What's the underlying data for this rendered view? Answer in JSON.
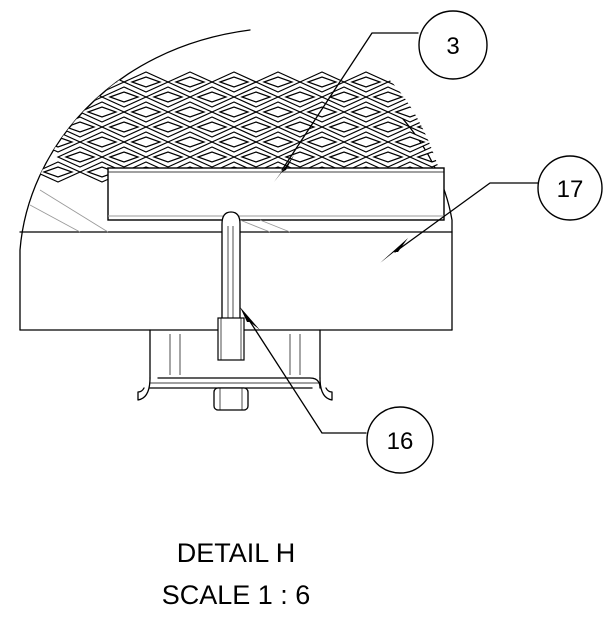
{
  "balloons": [
    {
      "id": "3",
      "label": "3"
    },
    {
      "id": "17",
      "label": "17"
    },
    {
      "id": "16",
      "label": "16"
    }
  ],
  "caption": {
    "line1": "DETAIL H",
    "line2": "SCALE 1 : 6"
  }
}
